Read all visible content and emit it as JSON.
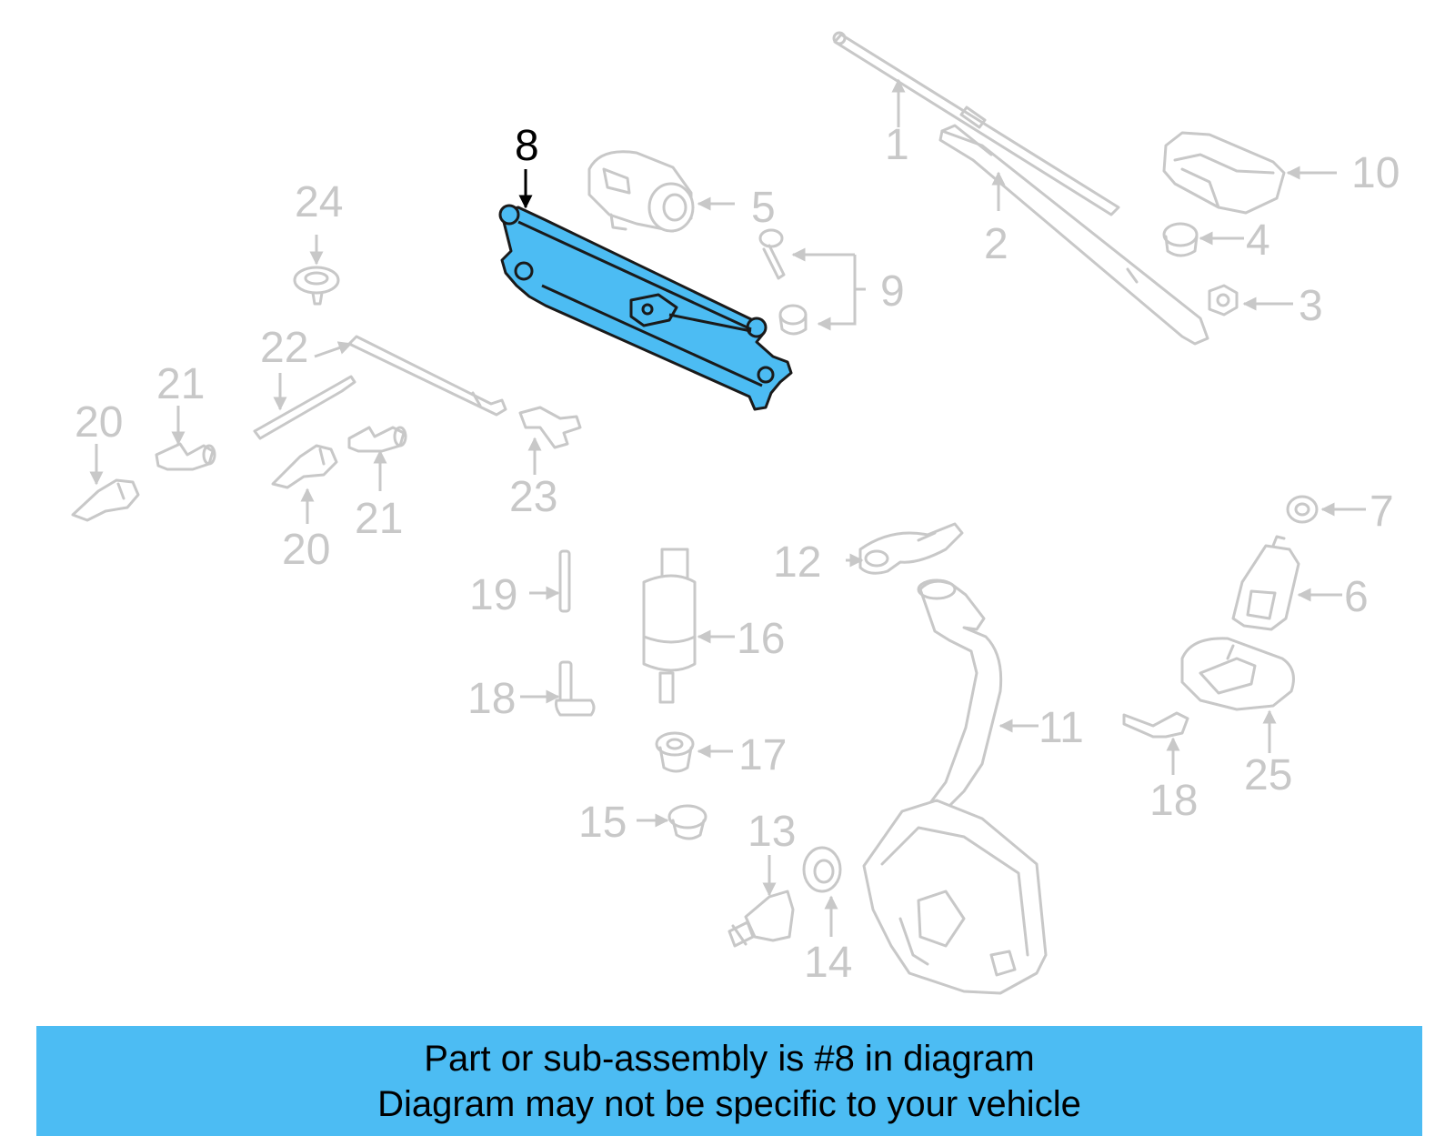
{
  "callouts": {
    "c1": "1",
    "c2": "2",
    "c3": "3",
    "c4": "4",
    "c5": "5",
    "c6": "6",
    "c7": "7",
    "c8": "8",
    "c9": "9",
    "c10": "10",
    "c11": "11",
    "c12": "12",
    "c13": "13",
    "c14": "14",
    "c15": "15",
    "c16": "16",
    "c17": "17",
    "c18a": "18",
    "c18b": "18",
    "c19": "19",
    "c20a": "20",
    "c20b": "20",
    "c21a": "21",
    "c21b": "21",
    "c22": "22",
    "c23": "23",
    "c24": "24",
    "c25": "25"
  },
  "highlighted_part": "8",
  "colors": {
    "highlight": "#4cbcf3",
    "inactive": "#c8c8c8",
    "banner": "#4cbcf3"
  },
  "banner": {
    "line1": "Part or sub-assembly is #8 in diagram",
    "line2": "Diagram may not be specific to your vehicle"
  }
}
